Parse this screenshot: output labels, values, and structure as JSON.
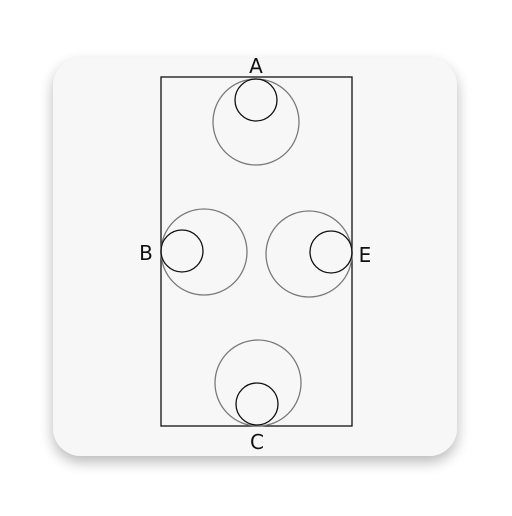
{
  "icon": {
    "kind": "app-icon",
    "name": "circle-touch-diagram-icon",
    "background_color": "#f7f7f7",
    "line_color": "#111111",
    "outer_circle_color": "#7a7a7a"
  },
  "labels": {
    "top": "A",
    "left": "B",
    "bottom": "C",
    "right": "E"
  }
}
